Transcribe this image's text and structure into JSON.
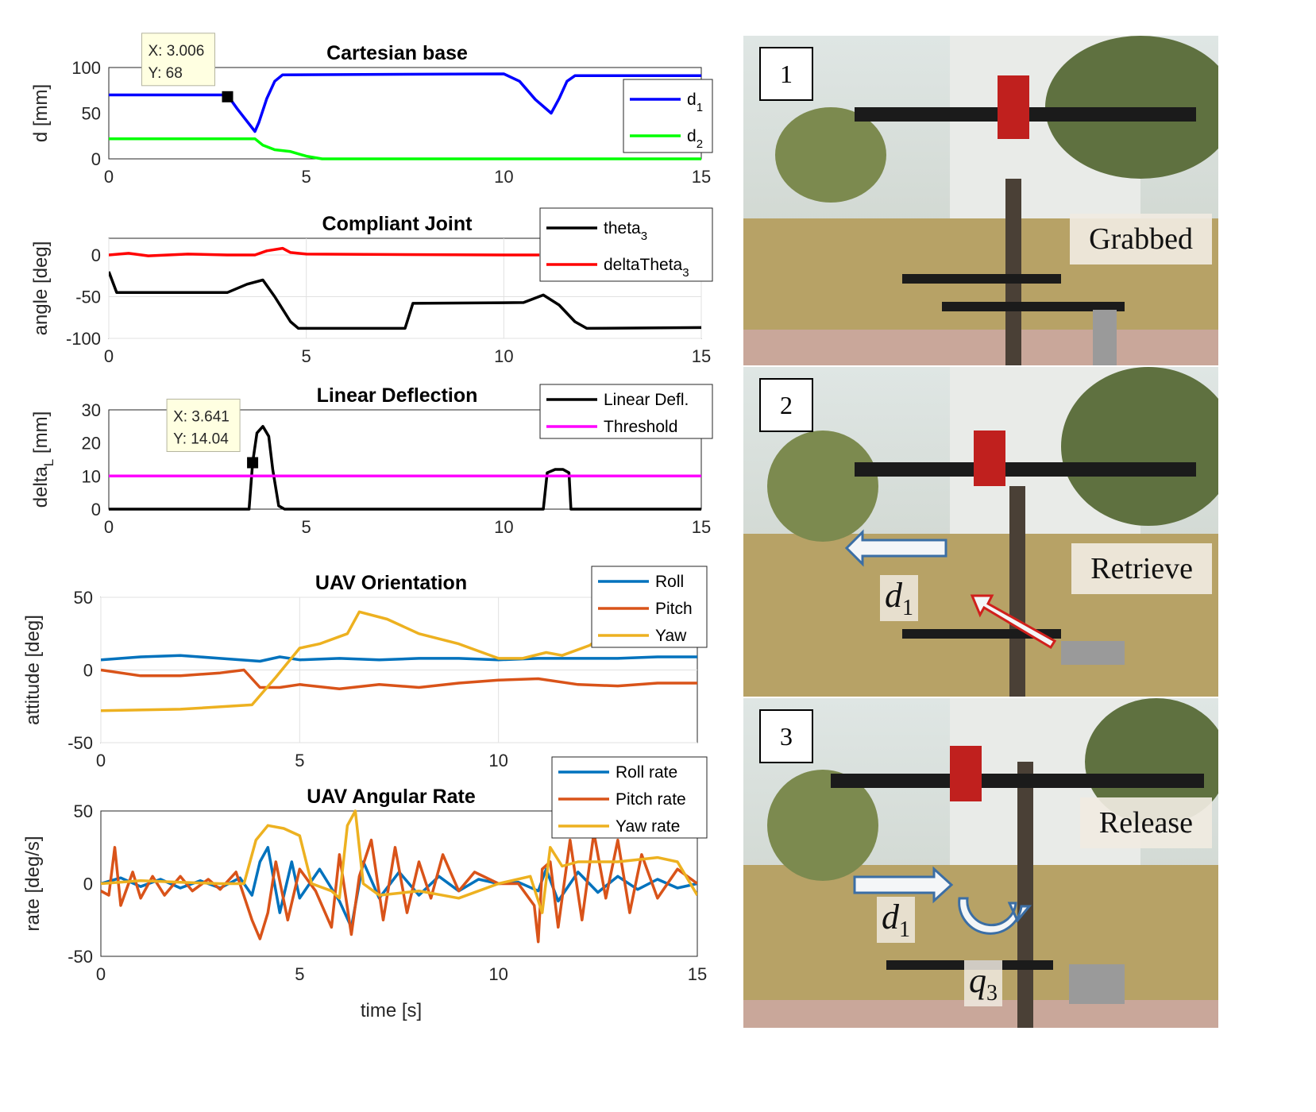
{
  "chart_data": [
    {
      "type": "line",
      "title": "Cartesian base",
      "ylabel": "d [mm]",
      "xlim": [
        0,
        15
      ],
      "ylim": [
        0,
        100
      ],
      "xticks": [
        0,
        5,
        10,
        15
      ],
      "yticks": [
        0,
        50,
        100
      ],
      "grid": false,
      "legend": "top-right",
      "series": [
        {
          "name": "d1",
          "color": "#0000ff",
          "points": [
            [
              0,
              70
            ],
            [
              3.0,
              70
            ],
            [
              3.25,
              55
            ],
            [
              3.7,
              30
            ],
            [
              3.8,
              40
            ],
            [
              4.0,
              66
            ],
            [
              4.2,
              85
            ],
            [
              4.4,
              92
            ],
            [
              10.0,
              93
            ],
            [
              10.4,
              85
            ],
            [
              10.8,
              65
            ],
            [
              11.2,
              50
            ],
            [
              11.4,
              66
            ],
            [
              11.6,
              85
            ],
            [
              11.8,
              91
            ],
            [
              15,
              91
            ]
          ]
        },
        {
          "name": "d2",
          "color": "#00ff00",
          "points": [
            [
              0,
              22
            ],
            [
              3.7,
              22
            ],
            [
              3.9,
              15
            ],
            [
              4.2,
              10
            ],
            [
              4.6,
              8
            ],
            [
              5.0,
              3
            ],
            [
              5.4,
              0
            ],
            [
              15,
              0
            ]
          ]
        }
      ],
      "annotations": [
        {
          "x": 3.006,
          "y": 68,
          "text": [
            "X: 3.006",
            "Y: 68"
          ]
        }
      ]
    },
    {
      "type": "line",
      "title": "Compliant Joint",
      "ylabel": "angle [deg]",
      "xlim": [
        0,
        15
      ],
      "ylim": [
        -100,
        20
      ],
      "xticks": [
        0,
        5,
        10,
        15
      ],
      "yticks": [
        -100,
        -50,
        0
      ],
      "grid": true,
      "legend": "top-right",
      "series": [
        {
          "name": "theta3",
          "color": "#000000",
          "points": [
            [
              0,
              -20
            ],
            [
              0.2,
              -45
            ],
            [
              3.0,
              -45
            ],
            [
              3.5,
              -35
            ],
            [
              3.9,
              -30
            ],
            [
              4.2,
              -50
            ],
            [
              4.6,
              -80
            ],
            [
              4.8,
              -88
            ],
            [
              7.5,
              -88
            ],
            [
              7.7,
              -58
            ],
            [
              10.5,
              -57
            ],
            [
              11.0,
              -48
            ],
            [
              11.4,
              -60
            ],
            [
              11.8,
              -80
            ],
            [
              12.1,
              -88
            ],
            [
              15,
              -87
            ]
          ]
        },
        {
          "name": "deltaTheta3",
          "color": "#ff0000",
          "points": [
            [
              0,
              0
            ],
            [
              0.5,
              2
            ],
            [
              1.0,
              -1
            ],
            [
              2.0,
              1
            ],
            [
              3.0,
              0
            ],
            [
              3.7,
              0
            ],
            [
              4.0,
              5
            ],
            [
              4.4,
              8
            ],
            [
              4.6,
              3
            ],
            [
              5.0,
              1
            ],
            [
              10,
              0
            ],
            [
              10.9,
              0
            ]
          ]
        }
      ]
    },
    {
      "type": "line",
      "title": "Linear Deflection",
      "ylabel": "deltaL [mm]",
      "xlim": [
        0,
        15
      ],
      "ylim": [
        0,
        30
      ],
      "xticks": [
        0,
        5,
        10,
        15
      ],
      "yticks": [
        0,
        10,
        20,
        30
      ],
      "grid": false,
      "legend": "top-right",
      "series": [
        {
          "name": "Linear Defl.",
          "color": "#000000",
          "points": [
            [
              0,
              0
            ],
            [
              3.55,
              0
            ],
            [
              3.641,
              14.04
            ],
            [
              3.75,
              23
            ],
            [
              3.9,
              25
            ],
            [
              4.05,
              22
            ],
            [
              4.15,
              12
            ],
            [
              4.3,
              1
            ],
            [
              4.45,
              0
            ],
            [
              11.0,
              0
            ],
            [
              11.1,
              11
            ],
            [
              11.3,
              12
            ],
            [
              11.5,
              12
            ],
            [
              11.65,
              11
            ],
            [
              11.7,
              0
            ],
            [
              15,
              0
            ]
          ]
        },
        {
          "name": "Threshold",
          "color": "#ff00ff",
          "points": [
            [
              0,
              10
            ],
            [
              15,
              10
            ]
          ]
        }
      ],
      "annotations": [
        {
          "x": 3.641,
          "y": 14.04,
          "text": [
            "X: 3.641",
            "Y: 14.04"
          ]
        }
      ]
    },
    {
      "type": "line",
      "title": "UAV Orientation",
      "ylabel": "attitude [deg]",
      "xlim": [
        0,
        15
      ],
      "ylim": [
        -50,
        50
      ],
      "xticks": [
        0,
        5,
        10
      ],
      "yticks": [
        -50,
        0,
        50
      ],
      "grid": true,
      "legend": "top-right",
      "series": [
        {
          "name": "Roll",
          "color": "#0072bd",
          "points": [
            [
              0,
              7
            ],
            [
              1,
              9
            ],
            [
              2,
              10
            ],
            [
              3,
              8
            ],
            [
              4,
              6
            ],
            [
              4.5,
              9
            ],
            [
              5,
              7
            ],
            [
              6,
              8
            ],
            [
              7,
              7
            ],
            [
              8,
              8
            ],
            [
              9,
              8
            ],
            [
              10,
              7
            ],
            [
              11,
              8
            ],
            [
              12,
              8
            ],
            [
              13,
              8
            ],
            [
              14,
              9
            ],
            [
              15,
              9
            ]
          ]
        },
        {
          "name": "Pitch",
          "color": "#d95319",
          "points": [
            [
              0,
              0
            ],
            [
              1,
              -4
            ],
            [
              2,
              -4
            ],
            [
              3,
              -2
            ],
            [
              3.6,
              0
            ],
            [
              4,
              -12
            ],
            [
              4.5,
              -12
            ],
            [
              5,
              -10
            ],
            [
              6,
              -13
            ],
            [
              7,
              -10
            ],
            [
              8,
              -12
            ],
            [
              9,
              -9
            ],
            [
              10,
              -7
            ],
            [
              11,
              -6
            ],
            [
              12,
              -10
            ],
            [
              13,
              -11
            ],
            [
              14,
              -9
            ],
            [
              15,
              -9
            ]
          ]
        },
        {
          "name": "Yaw",
          "color": "#edb120",
          "points": [
            [
              0,
              -28
            ],
            [
              2,
              -27
            ],
            [
              3.8,
              -24
            ],
            [
              4.4,
              -5
            ],
            [
              5,
              15
            ],
            [
              5.5,
              18
            ],
            [
              6.2,
              25
            ],
            [
              6.5,
              40
            ],
            [
              7.2,
              35
            ],
            [
              8,
              25
            ],
            [
              9,
              18
            ],
            [
              10,
              8
            ],
            [
              10.6,
              8
            ],
            [
              11.2,
              12
            ],
            [
              11.6,
              10
            ],
            [
              12.3,
              17
            ],
            [
              12.8,
              28
            ],
            [
              13.5,
              40
            ]
          ]
        }
      ]
    },
    {
      "type": "line",
      "title": "UAV Angular Rate",
      "ylabel": "rate [deg/s]",
      "xlabel": "time [s]",
      "xlim": [
        0,
        15
      ],
      "ylim": [
        -50,
        50
      ],
      "xticks": [
        0,
        5,
        10,
        15
      ],
      "yticks": [
        -50,
        0,
        50
      ],
      "grid": false,
      "legend": "top-right",
      "series": [
        {
          "name": "Roll rate",
          "color": "#0072bd",
          "points": [
            [
              0,
              0
            ],
            [
              0.5,
              4
            ],
            [
              1,
              -2
            ],
            [
              1.5,
              3
            ],
            [
              2,
              -3
            ],
            [
              2.5,
              2
            ],
            [
              3,
              -3
            ],
            [
              3.5,
              4
            ],
            [
              3.8,
              -8
            ],
            [
              4.0,
              15
            ],
            [
              4.2,
              25
            ],
            [
              4.5,
              -20
            ],
            [
              4.8,
              15
            ],
            [
              5,
              -10
            ],
            [
              5.5,
              10
            ],
            [
              6,
              -12
            ],
            [
              6.3,
              -30
            ],
            [
              6.6,
              15
            ],
            [
              7,
              -10
            ],
            [
              7.5,
              8
            ],
            [
              8,
              -8
            ],
            [
              8.5,
              5
            ],
            [
              9,
              -5
            ],
            [
              9.5,
              3
            ],
            [
              10,
              0
            ],
            [
              10.5,
              1
            ],
            [
              11,
              -5
            ],
            [
              11.2,
              10
            ],
            [
              11.5,
              -12
            ],
            [
              12,
              8
            ],
            [
              12.5,
              -6
            ],
            [
              13,
              5
            ],
            [
              13.5,
              -4
            ],
            [
              14,
              3
            ],
            [
              14.5,
              -3
            ],
            [
              15,
              0
            ]
          ]
        },
        {
          "name": "Pitch rate",
          "color": "#d95319",
          "points": [
            [
              0,
              -5
            ],
            [
              0.2,
              -8
            ],
            [
              0.35,
              25
            ],
            [
              0.5,
              -15
            ],
            [
              0.8,
              8
            ],
            [
              1,
              -10
            ],
            [
              1.3,
              5
            ],
            [
              1.6,
              -8
            ],
            [
              2,
              5
            ],
            [
              2.3,
              -5
            ],
            [
              2.7,
              3
            ],
            [
              3,
              -4
            ],
            [
              3.4,
              8
            ],
            [
              3.8,
              -25
            ],
            [
              4.0,
              -38
            ],
            [
              4.2,
              -20
            ],
            [
              4.4,
              15
            ],
            [
              4.7,
              -25
            ],
            [
              5,
              10
            ],
            [
              5.4,
              -5
            ],
            [
              5.8,
              -30
            ],
            [
              6,
              20
            ],
            [
              6.3,
              -35
            ],
            [
              6.5,
              5
            ],
            [
              6.8,
              30
            ],
            [
              7.1,
              -25
            ],
            [
              7.4,
              25
            ],
            [
              7.7,
              -20
            ],
            [
              8,
              15
            ],
            [
              8.3,
              -10
            ],
            [
              8.6,
              20
            ],
            [
              9,
              -5
            ],
            [
              9.4,
              8
            ],
            [
              10,
              0
            ],
            [
              10.5,
              0
            ],
            [
              10.9,
              -15
            ],
            [
              11,
              -40
            ],
            [
              11.1,
              10
            ],
            [
              11.3,
              15
            ],
            [
              11.5,
              -30
            ],
            [
              11.8,
              30
            ],
            [
              12.1,
              -25
            ],
            [
              12.4,
              35
            ],
            [
              12.7,
              -10
            ],
            [
              13,
              30
            ],
            [
              13.3,
              -20
            ],
            [
              13.6,
              20
            ],
            [
              14,
              -10
            ],
            [
              14.5,
              10
            ],
            [
              15,
              0
            ]
          ]
        },
        {
          "name": "Yaw rate",
          "color": "#edb120",
          "points": [
            [
              0,
              0
            ],
            [
              1,
              2
            ],
            [
              2,
              1
            ],
            [
              3,
              0
            ],
            [
              3.6,
              0
            ],
            [
              3.9,
              30
            ],
            [
              4.2,
              40
            ],
            [
              4.6,
              38
            ],
            [
              5,
              33
            ],
            [
              5.3,
              0
            ],
            [
              5.8,
              -5
            ],
            [
              6.0,
              -10
            ],
            [
              6.2,
              40
            ],
            [
              6.4,
              50
            ],
            [
              6.6,
              0
            ],
            [
              7,
              -8
            ],
            [
              8,
              -5
            ],
            [
              9,
              -10
            ],
            [
              10,
              0
            ],
            [
              10.8,
              5
            ],
            [
              11.1,
              -20
            ],
            [
              11.3,
              25
            ],
            [
              11.6,
              12
            ],
            [
              12,
              15
            ],
            [
              13,
              15
            ],
            [
              14,
              18
            ],
            [
              14.5,
              15
            ],
            [
              15,
              -8
            ]
          ]
        }
      ]
    }
  ],
  "photos": [
    {
      "number": "1",
      "stage": "Grabbed"
    },
    {
      "number": "2",
      "stage": "Retrieve",
      "symbol": "d",
      "symbol_sub": "1"
    },
    {
      "number": "3",
      "stage": "Release",
      "symbol": "d",
      "symbol_sub": "1",
      "symbol2": "q",
      "symbol2_sub": "3"
    }
  ]
}
